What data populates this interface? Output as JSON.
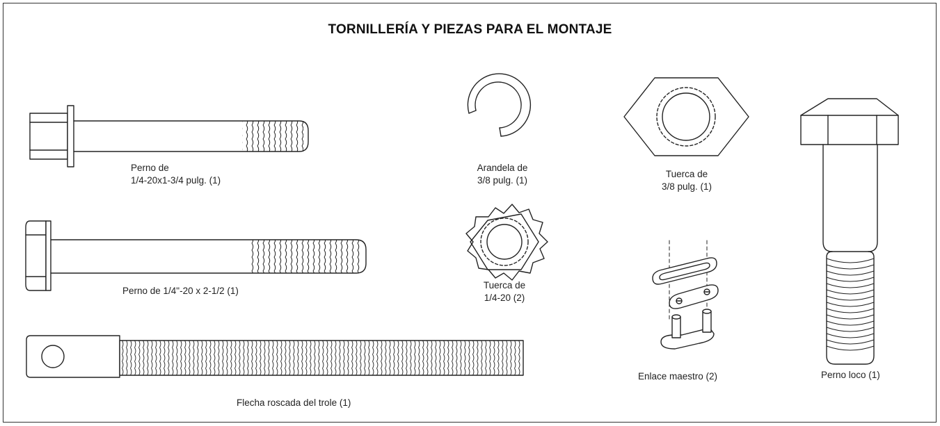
{
  "title": "TORNILLERÍA Y PIEZAS PARA EL MONTAJE",
  "parts": {
    "bolt_short": {
      "label_line1": "Perno de",
      "label_line2": "1/4-20x1-3/4 pulg. (1)",
      "icon": "flange-bolt-icon"
    },
    "bolt_long": {
      "label": "Perno de 1/4\"-20 x 2-1/2 (1)",
      "icon": "hex-bolt-icon"
    },
    "trolley_threaded_shaft": {
      "label": "Flecha roscada del trole (1)",
      "icon": "threaded-shaft-icon"
    },
    "lock_washer": {
      "label_line1": "Arandela de",
      "label_line2": "3/8 pulg. (1)",
      "icon": "split-lock-washer-icon"
    },
    "star_nut": {
      "label_line1": "Tuerca de",
      "label_line2": "1/4-20 (2)",
      "icon": "star-lock-nut-icon"
    },
    "hex_nut": {
      "label_line1": "Tuerca de",
      "label_line2": "3/8 pulg. (1)",
      "icon": "hex-nut-icon"
    },
    "master_link": {
      "label": "Enlace maestro (2)",
      "icon": "master-link-icon"
    },
    "idler_bolt": {
      "label": "Perno loco (1)",
      "icon": "idler-bolt-icon"
    }
  }
}
